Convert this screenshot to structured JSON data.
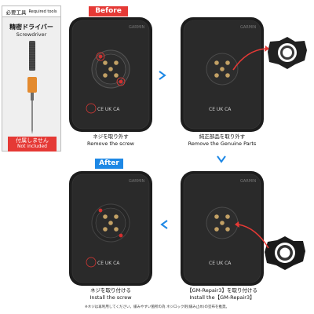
{
  "tools_panel": {
    "title_jp": "必要工具",
    "title_en": "Required tools",
    "tool_name_jp": "精密ドライバー",
    "tool_name_en": "Screwdriver",
    "not_included_jp": "付属しません",
    "not_included_en": "Not included"
  },
  "badges": {
    "before": "Before",
    "after": "After"
  },
  "device": {
    "brand": "GARMIN",
    "ce_mark": "CE UK CA"
  },
  "steps": [
    {
      "caption_jp": "ネジを取り外す",
      "caption_en": "Remove the screw"
    },
    {
      "caption_jp": "純正部品を取り外す",
      "caption_en": "Remove the Genuine Parts"
    },
    {
      "caption_jp": "【GM-Repair3】を取り付ける",
      "caption_en": "Install the【GM-Repair3】"
    },
    {
      "caption_jp": "ネジを取り付ける",
      "caption_en": "Install the screw"
    }
  ],
  "footnote": "※ネジは再利用してください。緩みやすい箇所の為 ネジロック剤(緩み止め)の塗布を推奨。",
  "colors": {
    "before_badge": "#e53935",
    "after_badge": "#1e88e5",
    "flow_arrow": "#1e88e5",
    "pointer_arrow": "#e53935"
  }
}
